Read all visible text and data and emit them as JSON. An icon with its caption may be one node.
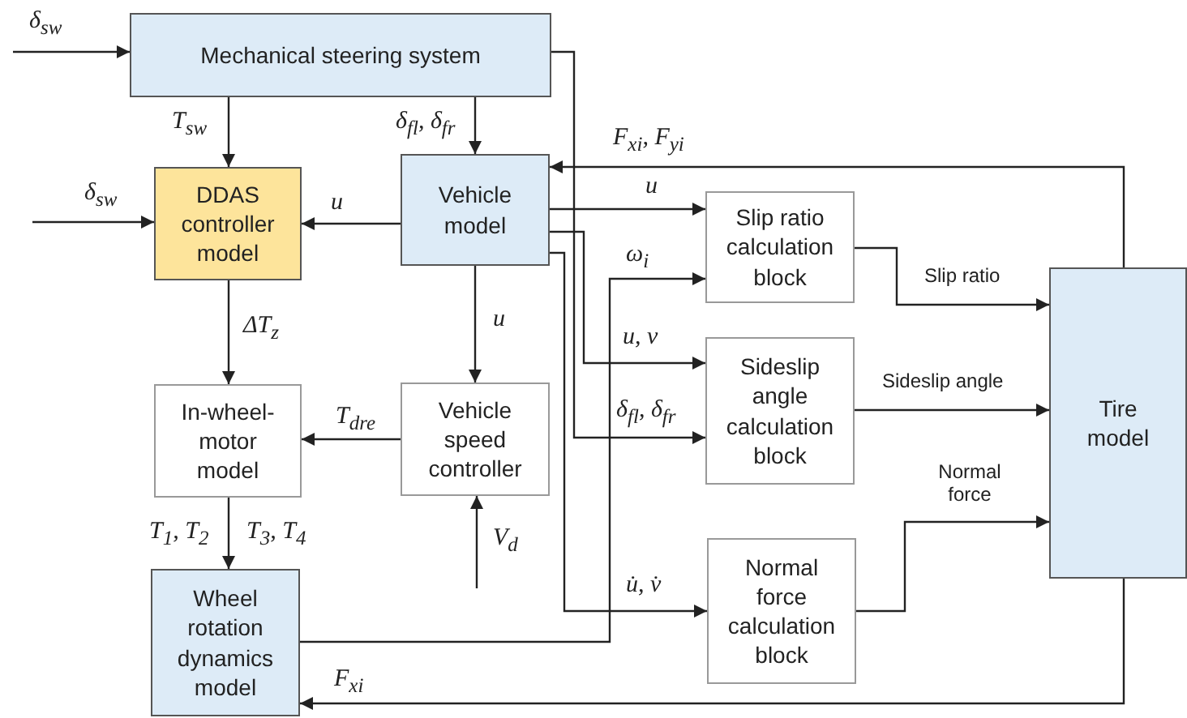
{
  "diagram": {
    "nodes": [
      {
        "text": [
          "Mechanical steering system"
        ]
      },
      {
        "text": [
          "DDAS controller model"
        ]
      },
      {
        "text": [
          "Vehicle model"
        ]
      },
      {
        "text": [
          "In-wheel-motor model"
        ]
      },
      {
        "text": [
          "Vehicle speed controller"
        ]
      },
      {
        "text": [
          "Wheel rotation dynamics model"
        ]
      },
      {
        "text": [
          "Slip ratio calculation block"
        ]
      },
      {
        "text": [
          "Sideslip angle calculation block"
        ]
      },
      {
        "text": [
          "Normal force calculation block"
        ]
      },
      {
        "text": [
          "Tire model"
        ]
      }
    ],
    "edges": [
      {
        "from": null,
        "to": 0,
        "arrow": "to",
        "label": "δ$_{sw}$"
      },
      {
        "from": null,
        "to": 1,
        "arrow": "to",
        "label": "δ$_{sw}$"
      },
      {
        "from": 0,
        "to": 1,
        "arrow": "to",
        "label": "T$_{sw}$"
      },
      {
        "from": 0,
        "to": 2,
        "arrow": "to",
        "label": "δ$_{fl}$, δ$_{fr}$"
      },
      {
        "from": 0,
        "to": 7,
        "arrow": "to",
        "label": "δ$_{fl}$, δ$_{fr}$"
      },
      {
        "from": 9,
        "to": 2,
        "arrow": "to",
        "label": "F$_{xi}$, F$_{yi}$"
      },
      {
        "from": 2,
        "to": 6,
        "arrow": "to",
        "label": "u"
      },
      {
        "from": 2,
        "to": 7,
        "arrow": "to",
        "label": "u, v"
      },
      {
        "from": 2,
        "to": 8,
        "arrow": "to",
        "label": "u̇, v̇"
      },
      {
        "from": 2,
        "to": 1,
        "arrow": "to",
        "label": "u"
      },
      {
        "from": 2,
        "to": 4,
        "arrow": "to",
        "label": "u"
      },
      {
        "from": 4,
        "to": 3,
        "arrow": "to",
        "label": "T$_{dre}$"
      },
      {
        "from": 1,
        "to": 3,
        "arrow": "to",
        "label": "ΔT$_{z}$"
      },
      {
        "from": 3,
        "to": 5,
        "arrow": "to",
        "label": "T$_{1}$, T$_{2}$"
      },
      {
        "from": null,
        "to": 4,
        "arrow": "to",
        "label": "V$_{d}$"
      },
      {
        "from": 5,
        "to": 6,
        "arrow": "to",
        "label": "ω$_{i}$"
      },
      {
        "from": 6,
        "to": 9,
        "arrow": "to",
        "label": "Slip ratio"
      },
      {
        "from": 7,
        "to": 9,
        "arrow": "to",
        "label": "Sideslip angle"
      },
      {
        "from": 8,
        "to": 9,
        "arrow": "to",
        "label": "Normal force"
      },
      {
        "from": 9,
        "to": 5,
        "arrow": "to",
        "label": "F$_{xi}$"
      }
    ],
    "labels": [
      "T$_{3}$, T$_{4}$"
    ]
  }
}
